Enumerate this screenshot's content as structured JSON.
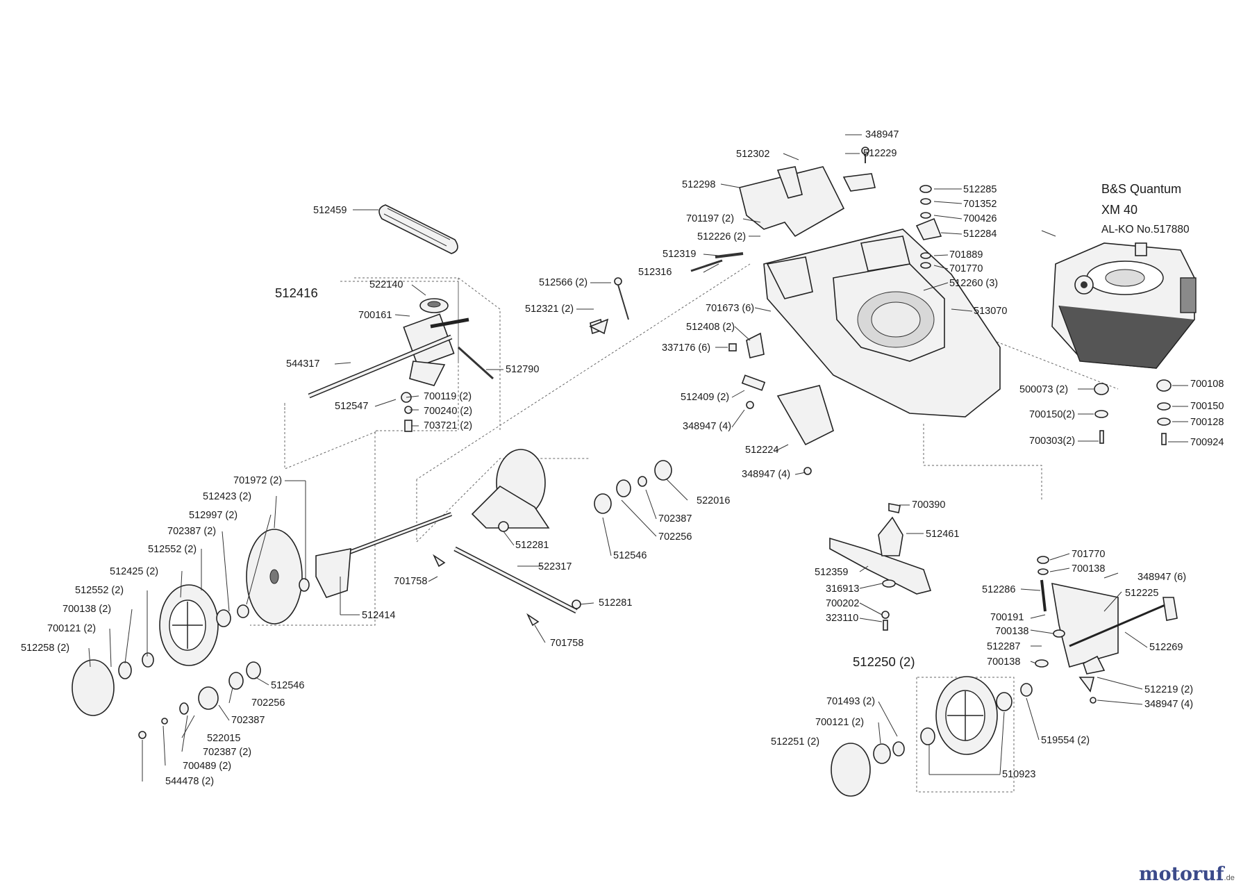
{
  "engine": {
    "title_line1": "B&S Quantum",
    "title_line2": "XM 40",
    "alko_no": "AL-KO  No.517880"
  },
  "group_labels": {
    "g512416": "512416",
    "g512250": "512250 (2)"
  },
  "labels": {
    "l348947": "348947",
    "l512229": "512229",
    "l512302": "512302",
    "l512298": "512298",
    "l512285": "512285",
    "l701352": "701352",
    "l700426": "700426",
    "l512284": "512284",
    "l701197": "701197 (2)",
    "l512226": "512226 (2)",
    "l512319": "512319",
    "l512316": "512316",
    "l701889": "701889",
    "l701770a": "701770",
    "l512260": "512260 (3)",
    "l513070": "513070",
    "l512566": "512566 (2)",
    "l512321": "512321 (2)",
    "l701673": "701673 (6)",
    "l512408": "512408 (2)",
    "l337176": "337176 (6)",
    "l512409": "512409 (2)",
    "l348947b": "348947 (4)",
    "l512224": "512224",
    "l348947c": "348947 (4)",
    "l512459": "512459",
    "l522140": "522140",
    "l700161": "700161",
    "l544317": "544317",
    "l512790": "512790",
    "l512547": "512547",
    "l700119": "700119 (2)",
    "l700240": "700240 (2)",
    "l703721": "703721 (2)",
    "l500073": "500073 (2)",
    "l700150a": "700150(2)",
    "l700303": "700303(2)",
    "l700108": "700108",
    "l700150b": "700150",
    "l700128": "700128",
    "l700924": "700924",
    "l701972": "701972 (2)",
    "l512423": "512423 (2)",
    "l512997": "512997 (2)",
    "l702387a": "702387 (2)",
    "l512552a": "512552 (2)",
    "l512425": "512425 (2)",
    "l512552b": "512552 (2)",
    "l700138a": "700138 (2)",
    "l700121a": "700121 (2)",
    "l512258": "512258 (2)",
    "l512414": "512414",
    "l512546a": "512546",
    "l702256a": "702256",
    "l702387b": "702387",
    "l522015": "522015",
    "l702387c": "702387 (2)",
    "l700489": "700489 (2)",
    "l544478": "544478 (2)",
    "l522016": "522016",
    "l702387d": "702387",
    "l702256b": "702256",
    "l512546b": "512546",
    "l512281a": "512281",
    "l522317": "522317",
    "l701758a": "701758",
    "l512281b": "512281",
    "l701758b": "701758",
    "l700390": "700390",
    "l512461": "512461",
    "l512359": "512359",
    "l316913": "316913",
    "l700202": "700202",
    "l323110": "323110",
    "l701770b": "701770",
    "l700138b": "700138",
    "l348947d": "348947 (6)",
    "l512286": "512286",
    "l512225": "512225",
    "l700191": "700191",
    "l700138c": "700138",
    "l512287": "512287",
    "l700138d": "700138",
    "l512269": "512269",
    "l512219": "512219 (2)",
    "l348947e": "348947 (4)",
    "l701493": "701493 (2)",
    "l700121b": "700121 (2)",
    "l512251": "512251  (2)",
    "l519554": "519554 (2)",
    "l510923": "510923"
  },
  "watermark": {
    "brand": "motoruf",
    "suffix": ".de"
  }
}
